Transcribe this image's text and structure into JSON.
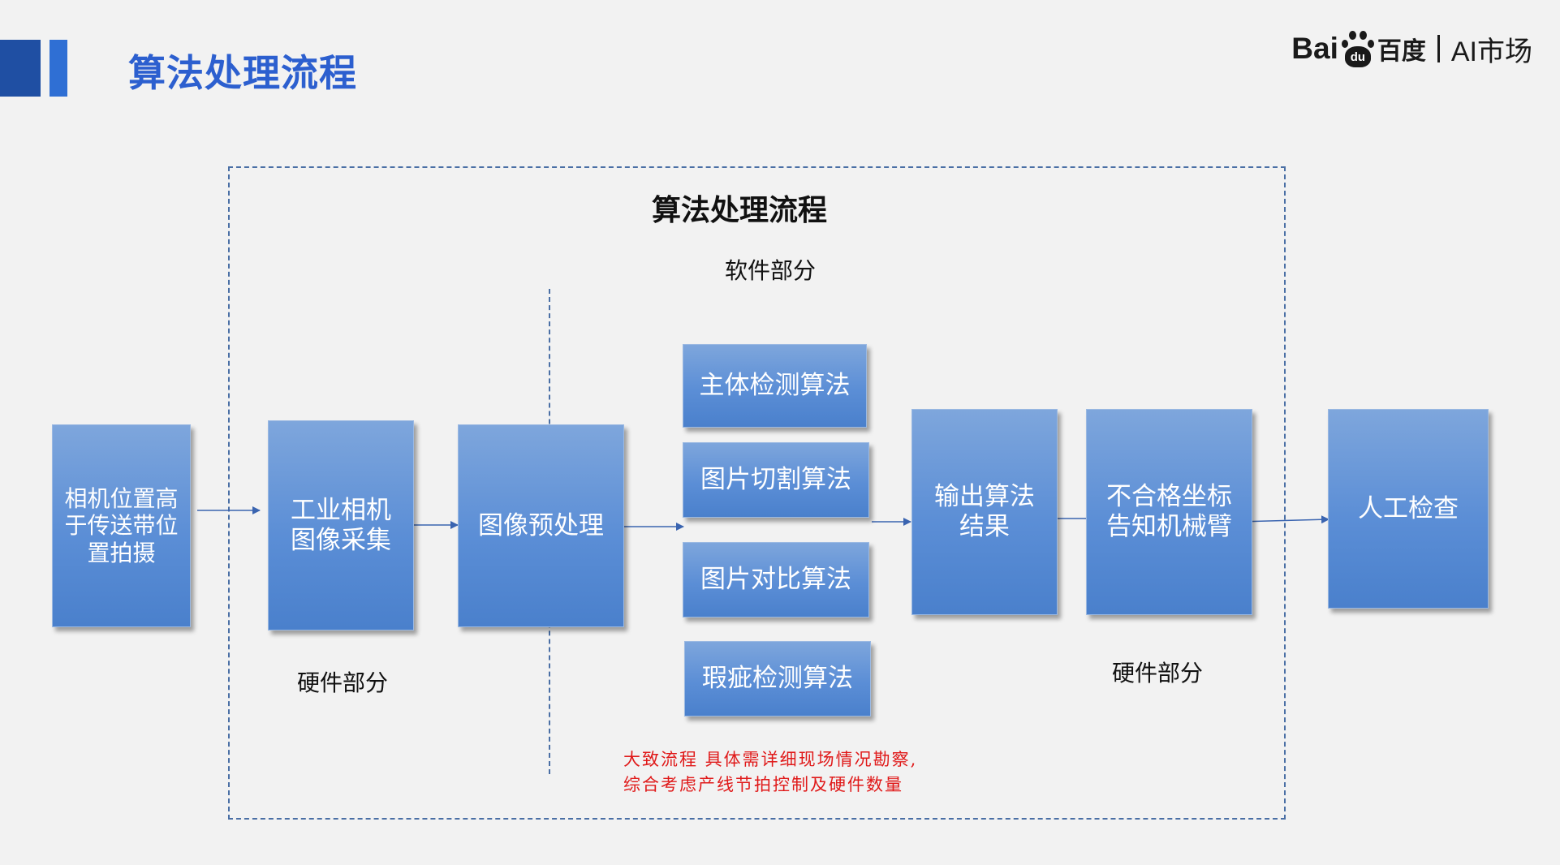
{
  "slide": {
    "title": "算法处理流程"
  },
  "logo": {
    "bai": "Bai",
    "du": "du",
    "zh": "百度",
    "market": "AI市场"
  },
  "diagram": {
    "title": "算法处理流程",
    "software_label": "软件部分",
    "hardware_label_left": "硬件部分",
    "hardware_label_right": "硬件部分",
    "nodes": {
      "camera_position": "相机位置高\n于传送带位\n置拍摄",
      "industrial_camera": "工业相机\n图像采集",
      "preprocess": "图像预处理",
      "subject_detection": "主体检测算法",
      "image_cutting": "图片切割算法",
      "image_compare": "图片对比算法",
      "defect_detection": "瑕疵检测算法",
      "output_result": "输出算法\n结果",
      "notify_arm": "不合格坐标\n告知机械臂",
      "manual_check": "人工检查"
    },
    "note_line1": "大致流程 具体需详细现场情况勘察,",
    "note_line2": "综合考虑产线节拍控制及硬件数量"
  },
  "colors": {
    "title_blue": "#2c5fcf",
    "box_blue": "#5b8ed6",
    "arrow_blue": "#3a64b0",
    "note_red": "#e01919"
  }
}
